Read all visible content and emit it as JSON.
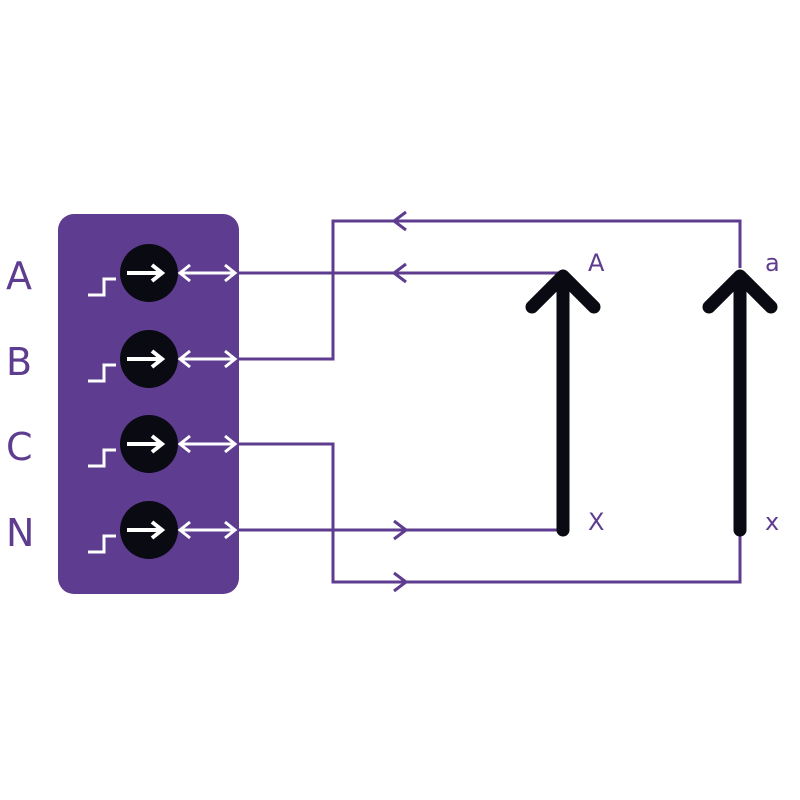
{
  "colors": {
    "purple": "#5e3c8f",
    "black": "#0a0a12",
    "white": "#ffffff"
  },
  "terminals": [
    {
      "label": "A"
    },
    {
      "label": "B"
    },
    {
      "label": "C"
    },
    {
      "label": "N"
    }
  ],
  "windings": [
    {
      "top_label": "A",
      "bottom_label": "X"
    },
    {
      "top_label": "a",
      "bottom_label": "x"
    }
  ]
}
